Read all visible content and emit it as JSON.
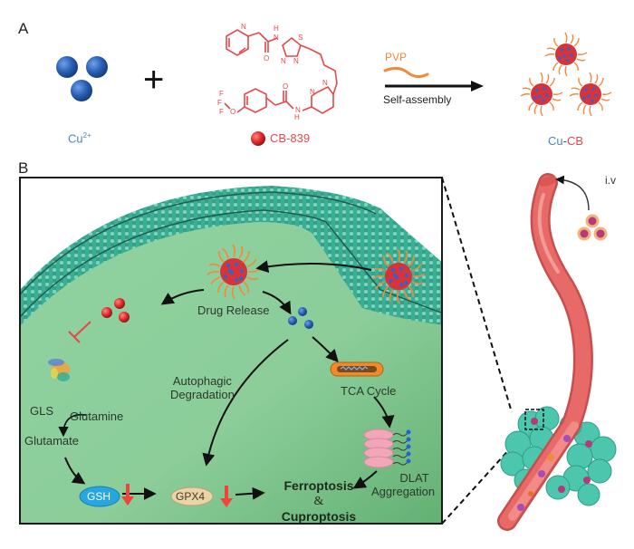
{
  "panel_a": {
    "letter": "A",
    "copper_label_base": "Cu",
    "copper_label_sup": "2+",
    "plus_sign": "+",
    "drug_label": "CB-839",
    "drug_structure_atoms": [
      "N",
      "H",
      "N",
      "O",
      "S",
      "N",
      "N",
      "N",
      "N",
      "O",
      "H",
      "N",
      "F",
      "F",
      "F",
      "O"
    ],
    "polymer_label": "PVP",
    "process_label": "Self-assembly",
    "product_label_part1": "Cu",
    "product_label_dash": "-",
    "product_label_part2": "CB"
  },
  "panel_b": {
    "letter": "B",
    "labels": {
      "drug_release": "Drug Release",
      "gls": "GLS",
      "glutamine": "Glutamine",
      "glutamate": "Glutamate",
      "autophagic_line1": "Autophagic",
      "autophagic_line2": "Degradation",
      "tca_cycle": "TCA Cycle",
      "dlat_line1": "DLAT",
      "dlat_line2": "Aggregation",
      "gsh": "GSH",
      "gpx4": "GPX4",
      "ferroptosis": "Ferroptosis",
      "ampersand": "&",
      "cuproptosis": "Cuproptosis"
    },
    "injection_label": "i.v"
  },
  "colors": {
    "copper_blue": "#2a5fb4",
    "drug_red": "#e8474a",
    "pvp_orange": "#f08a3c",
    "cell_green": "#7cc28a",
    "membrane_teal": "#3fb59b",
    "vessel_red": "#e86a68",
    "tumor_teal": "#4cc7ad",
    "gsh_blue": "#27a6e0",
    "gpx4_tan": "#e9d4a8",
    "dlat_pink": "#f2a7b8",
    "down_arrow_red": "#f0443a"
  }
}
